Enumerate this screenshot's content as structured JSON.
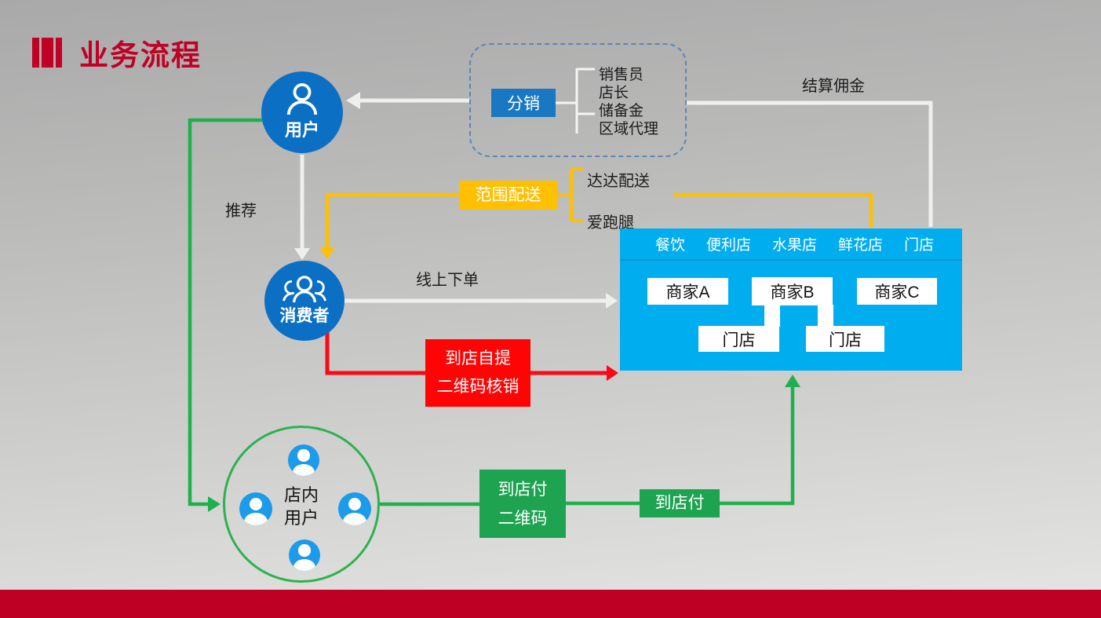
{
  "title": {
    "text": "业务流程"
  },
  "colors": {
    "accent_red": "#c00024",
    "node_blue": "#0b70c4",
    "dist_blue": "#1878c4",
    "panel_blue": "#00aeef",
    "yellow": "#ffc000",
    "flow_red": "#fe0404",
    "green": "#1ea351",
    "line_gray": "#efefed"
  },
  "distribution": {
    "label": "分销",
    "items": [
      "销售员",
      "店长",
      "储备金",
      "区域代理"
    ]
  },
  "commission_label": "结算佣金",
  "user_node": {
    "label": "用户"
  },
  "recommend_label": "推荐",
  "consumer_node": {
    "label": "消费者"
  },
  "delivery": {
    "label": "范围配送",
    "items": [
      "达达配送",
      "爱跑腿"
    ]
  },
  "online_order_label": "线上下单",
  "pickup_box": {
    "line1": "到店自提",
    "line2": "二维码核销"
  },
  "merchants_panel": {
    "tabs": [
      "餐饮",
      "便利店",
      "水果店",
      "鲜花店",
      "门店"
    ],
    "merchants": [
      "商家A",
      "商家B",
      "商家C"
    ],
    "stores": [
      "门店",
      "门店"
    ]
  },
  "instore_group": {
    "label_line1": "店内",
    "label_line2": "用户"
  },
  "pay_qr_box": {
    "line1": "到店付",
    "line2": "二维码"
  },
  "pay_box": {
    "label": "到店付"
  }
}
